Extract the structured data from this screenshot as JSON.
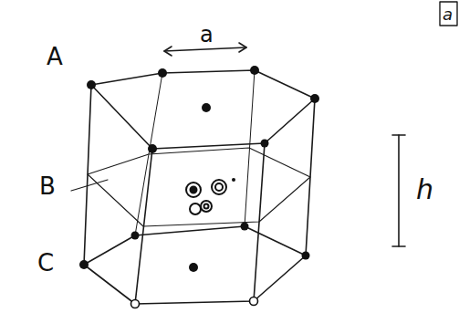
{
  "diagram": {
    "labels": [
      "a",
      "A",
      "B",
      "C",
      "h",
      "a"
    ]
  }
}
